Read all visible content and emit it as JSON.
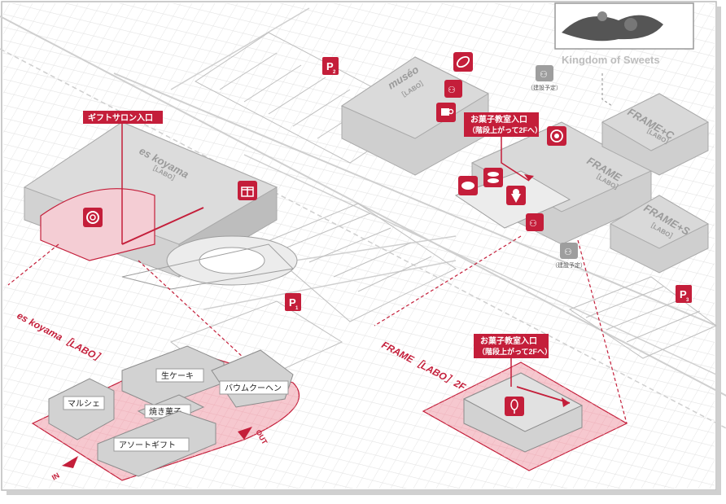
{
  "title_card": {
    "text": "Kingdom of Sweets"
  },
  "callouts": {
    "gift_salon": "ギフトサロン入口",
    "class_top_line1": "お菓子教室入口",
    "class_top_line2": "（階段上がって2Fへ）",
    "class_bottom_line1": "お菓子教室入口",
    "class_bottom_line2": "（階段上がって2Fへ）"
  },
  "buildings": {
    "es_koyama": {
      "name": "es koyama",
      "sub": "［LABO］"
    },
    "museo": {
      "name": "muséo",
      "sub": "［LABO］"
    },
    "frame": {
      "name": "FRAME",
      "sub": "［LABO］"
    },
    "frame_c": {
      "name": "FRAME+C",
      "sub": "［LABO］"
    },
    "frame_s": {
      "name": "FRAME+S",
      "sub": "［LABO］"
    }
  },
  "parking": [
    {
      "letter": "P",
      "num": "2"
    },
    {
      "letter": "P",
      "num": "1"
    },
    {
      "letter": "P",
      "num": "3"
    }
  ],
  "construction_note": {
    "text": "（建設予定）"
  },
  "zones": {
    "es_koyama_zone": "es koyama［LABO］",
    "frame_zone": "FRAME［LABO］2F"
  },
  "shops": {
    "marche": "マルシェ",
    "nama_cake": "生ケーキ",
    "baumkuchen": "バウムクーヘン",
    "yakigashi": "焼き菓子",
    "assort_gift": "アソートギフト"
  },
  "flow": {
    "in": "IN",
    "out": "OUT"
  },
  "icons": [
    "spiral-cake-icon",
    "gift-box-icon",
    "cacao-icon",
    "restroom-icon",
    "coffee-cup-icon",
    "target-icon",
    "bread-icon",
    "macaron-icon",
    "soft-serve-icon",
    "whisk-icon"
  ],
  "colors": {
    "accent": "#c41e3a",
    "accent_light": "#f6c8cf",
    "building_gray": "#c9c9c9",
    "grid_gray": "#dedede"
  }
}
